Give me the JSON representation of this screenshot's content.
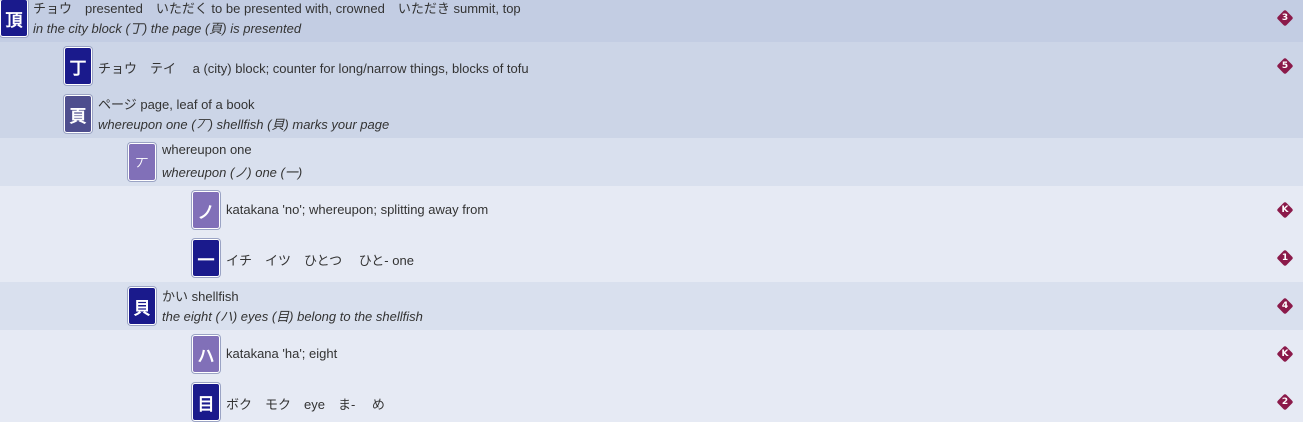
{
  "rows": [
    {
      "kanji": "頂",
      "line1": "チョウ　presented　いただく to be presented with, crowned　いただき summit, top",
      "line2": "in the city block (丁) the page (頁) is presented",
      "badge": "3"
    },
    {
      "kanji": "丁",
      "line1": "チョウ　テイ　 a (city) block; counter for long/narrow things, blocks of tofu",
      "badge": "5"
    },
    {
      "kanji": "頁",
      "line1": "ページ page, leaf of a book",
      "line2": "whereupon one (丆) shellfish (貝) marks your page"
    },
    {
      "kanji": "丆",
      "line1": "whereupon one",
      "line2": "whereupon (ノ) one (一)"
    },
    {
      "kanji": "ノ",
      "line1": "katakana 'no'; whereupon; splitting away from",
      "badge": "K"
    },
    {
      "kanji": "一",
      "line1": "イチ　イツ　ひとつ　 ひと- one",
      "badge": "1"
    },
    {
      "kanji": "貝",
      "line1": "かい shellfish",
      "line2": "the eight (ハ) eyes (目) belong to the shellfish",
      "badge": "4"
    },
    {
      "kanji": "ハ",
      "line1": "katakana 'ha'; eight",
      "badge": "K"
    },
    {
      "kanji": "目",
      "line1": "ボク　モク　eye　ま-　 め",
      "badge": "2"
    }
  ]
}
